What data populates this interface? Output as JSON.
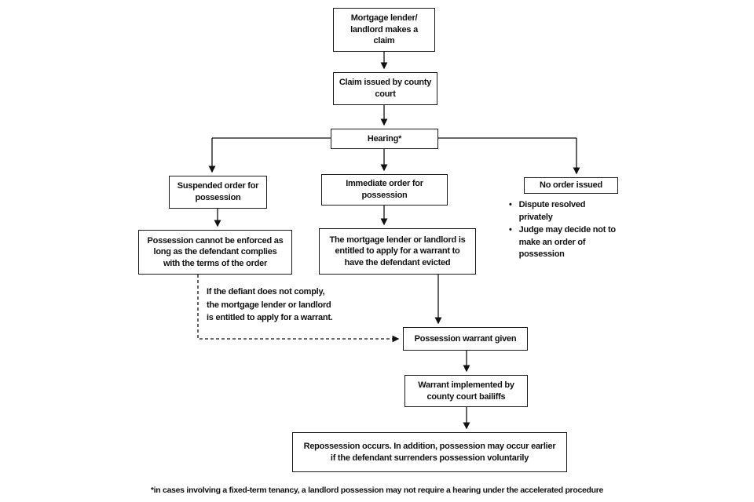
{
  "diagram": {
    "nodes": {
      "claim": {
        "label": "Mortgage lender/\nlandlord makes a\nclaim"
      },
      "claim_issued": {
        "label": "Claim issued by county\ncourt"
      },
      "hearing": {
        "label": "Hearing*"
      },
      "suspended": {
        "label": "Suspended order for\npossession"
      },
      "immediate": {
        "label": "Immediate order for\npossession"
      },
      "no_order": {
        "label": "No order issued"
      },
      "not_enforced": {
        "label": "Possession cannot be enforced as\nlong as the defendant complies\nwith the terms of the order"
      },
      "apply_warrant": {
        "label": "The mortgage lender or landlord is\nentitled to apply for a warrant to\nhave the defendant evicted"
      },
      "warrant_given": {
        "label": "Possession warrant given"
      },
      "warrant_impl": {
        "label": "Warrant implemented by\ncounty court bailiffs"
      },
      "repossession": {
        "label": "Repossession occurs. In addition, possession may occur earlier\nif the defendant surrenders possession voluntarily"
      }
    },
    "note": "If the defiant does not comply,\nthe mortgage lender or landlord\nis entitled to apply for a warrant.",
    "bullets": [
      "Dispute resolved\nprivately",
      "Judge may decide not to\nmake an order of\npossession"
    ],
    "bullet_glyph": "•",
    "footnote": "*in cases involving a fixed-term tenancy, a landlord possession may not require a hearing under the accelerated procedure",
    "colors": {
      "line": "#111111",
      "border": "#1a1a1a",
      "background": "#ffffff",
      "text": "#111111"
    }
  }
}
